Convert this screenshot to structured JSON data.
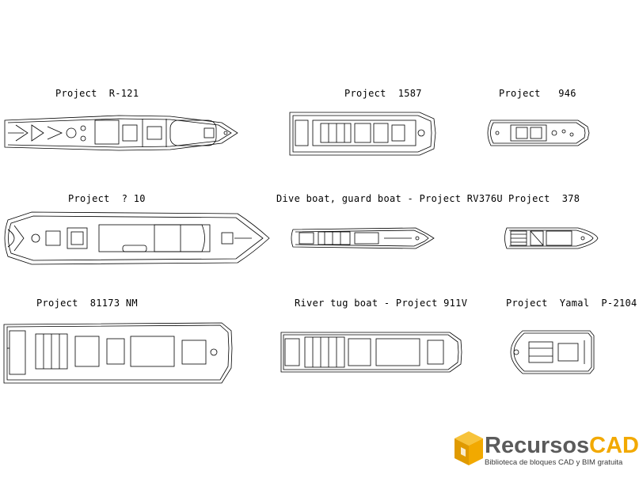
{
  "labels": {
    "r121": "Project  R-121",
    "p1587": "Project  1587",
    "p946": "Project   946",
    "p10": "Project  ? 10",
    "rv376u": "Dive boat, guard boat - Project RV376U",
    "p378": "Project  378",
    "p81173": "Project  81173 NM",
    "p911v": "River tug boat - Project 911V",
    "yamal": "Project  Yamal  P-2104"
  },
  "watermark": {
    "brand_part1": "Recursos",
    "brand_part2": "CAD",
    "tagline": "Biblioteca de bloques CAD y BIM gratuita"
  },
  "colors": {
    "line": "#000000",
    "brand_gray": "#5b5b5b",
    "brand_orange": "#f2a900"
  }
}
